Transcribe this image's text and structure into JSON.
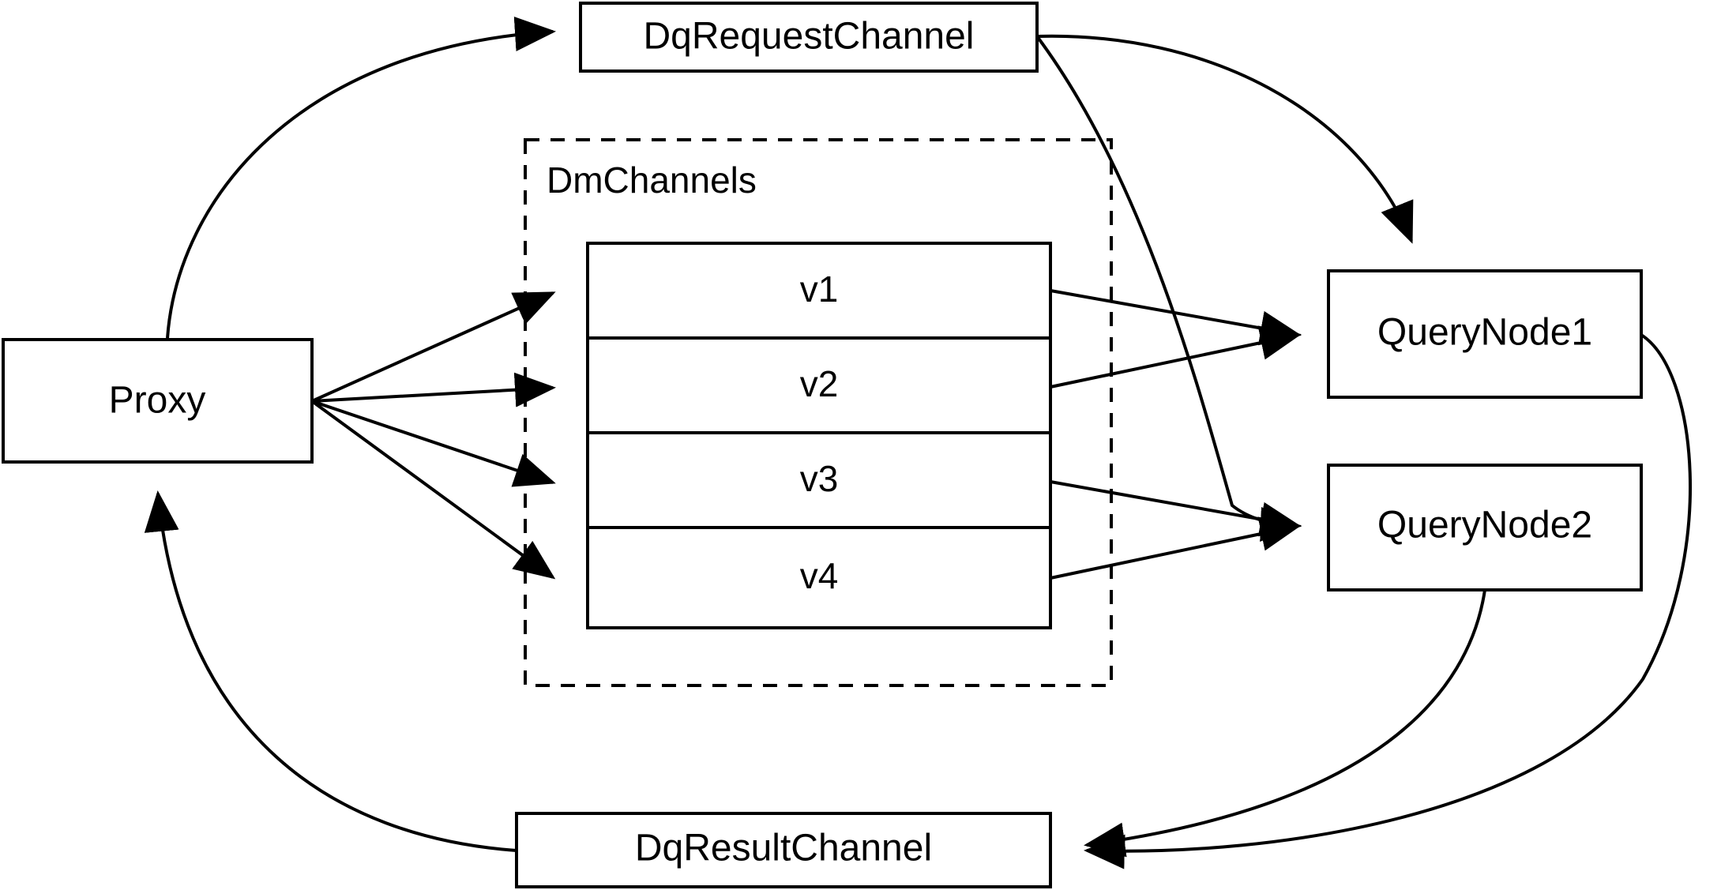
{
  "diagram": {
    "title": "Milvus query flow: Proxy, DmChannels and QueryNodes",
    "background_color": "#ffffff",
    "stroke_color": "#000000",
    "nodes": {
      "proxy": {
        "label": "Proxy"
      },
      "dq_request_channel": {
        "label": "DqRequestChannel"
      },
      "dq_result_channel": {
        "label": "DqResultChannel"
      },
      "query_node_1": {
        "label": "QueryNode1"
      },
      "query_node_2": {
        "label": "QueryNode2"
      }
    },
    "group": {
      "label": "DmChannels",
      "style": "dashed",
      "channels": [
        {
          "label": "v1"
        },
        {
          "label": "v2"
        },
        {
          "label": "v3"
        },
        {
          "label": "v4"
        }
      ]
    },
    "edges": [
      {
        "from": "Proxy",
        "to": "DqRequestChannel",
        "style": "curved",
        "arrow": "to"
      },
      {
        "from": "Proxy",
        "to": "v1",
        "style": "straight",
        "arrow": "to"
      },
      {
        "from": "Proxy",
        "to": "v2",
        "style": "straight",
        "arrow": "to"
      },
      {
        "from": "Proxy",
        "to": "v3",
        "style": "straight",
        "arrow": "to"
      },
      {
        "from": "Proxy",
        "to": "v4",
        "style": "straight",
        "arrow": "to"
      },
      {
        "from": "DqRequestChannel",
        "to": "QueryNode1",
        "style": "curved",
        "arrow": "to"
      },
      {
        "from": "DqRequestChannel",
        "to": "QueryNode2",
        "style": "curved",
        "arrow": "to"
      },
      {
        "from": "v1",
        "to": "QueryNode1",
        "style": "straight",
        "arrow": "to"
      },
      {
        "from": "v2",
        "to": "QueryNode1",
        "style": "straight",
        "arrow": "to"
      },
      {
        "from": "v3",
        "to": "QueryNode2",
        "style": "straight",
        "arrow": "to"
      },
      {
        "from": "v4",
        "to": "QueryNode2",
        "style": "straight",
        "arrow": "to"
      },
      {
        "from": "QueryNode1",
        "to": "DqResultChannel",
        "style": "curved",
        "arrow": "to"
      },
      {
        "from": "QueryNode2",
        "to": "DqResultChannel",
        "style": "curved",
        "arrow": "to"
      },
      {
        "from": "DqResultChannel",
        "to": "Proxy",
        "style": "curved",
        "arrow": "to"
      }
    ]
  }
}
